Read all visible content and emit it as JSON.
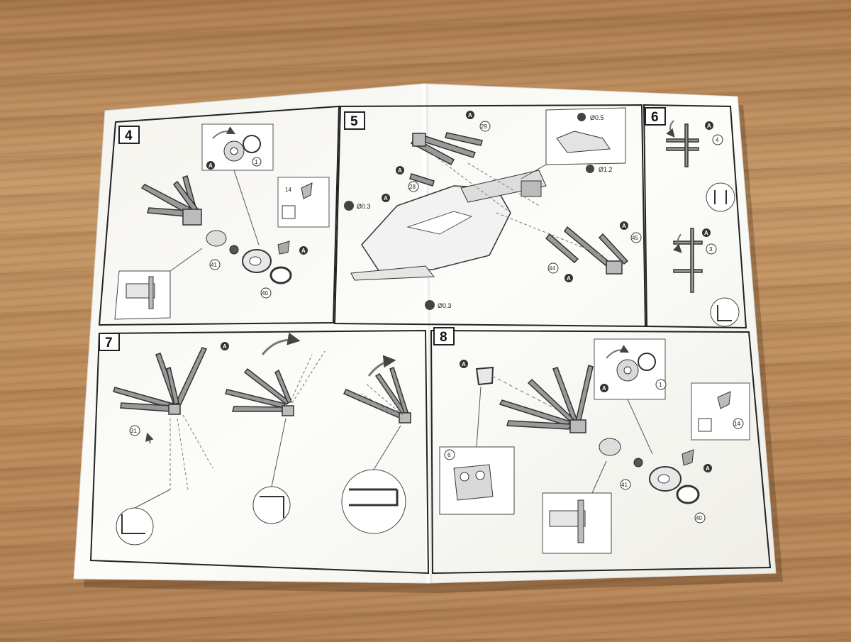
{
  "scene": {
    "subject": "model kit instruction sheet on wooden table",
    "colors": {
      "wood": "#b98b5c",
      "paper": "#fbfbf8",
      "ink": "#222222",
      "part_gray": "#8f8f8f"
    }
  },
  "steps": [
    {
      "number": "4",
      "parts": [
        "1",
        "41",
        "40",
        "14"
      ],
      "marker": "A"
    },
    {
      "number": "5",
      "parts": [
        "29",
        "28",
        "44",
        "45"
      ],
      "marker": "A",
      "diameters": [
        "Ø0.3",
        "Ø0.5",
        "Ø1.2",
        "Ø0.3"
      ]
    },
    {
      "number": "6",
      "parts": [
        "4",
        "3"
      ],
      "marker": "A"
    },
    {
      "number": "7",
      "parts": [
        "31"
      ],
      "marker": "A"
    },
    {
      "number": "8",
      "parts": [
        "6",
        "1",
        "41",
        "40",
        "14"
      ],
      "marker": "A"
    }
  ]
}
